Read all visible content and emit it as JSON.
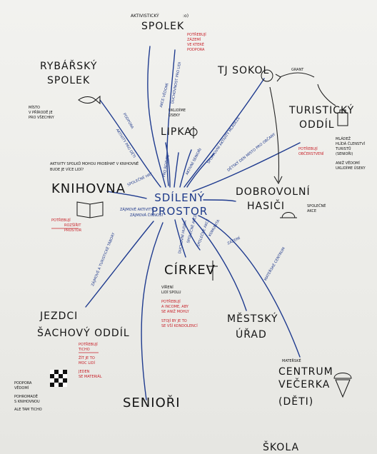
{
  "center": {
    "line1": "SDÍLENÝ",
    "line2": "PROSTOR"
  },
  "nodes": {
    "aktivisticky": {
      "top": "AKTIVISTICKÝ",
      "smiley": ":o)",
      "main": "SPOLEK",
      "note": [
        "POTŘEBUJÍ",
        "ZÁZEMÍ",
        "VE KTERÉ",
        "PODPORA"
      ]
    },
    "rybarsky": {
      "line1": "RYBÁŘSKÝ",
      "line2": "SPOLEK",
      "note": [
        "MÍSTO",
        "V PŘÍRODĚ JE",
        "PRO VŠECHNY"
      ]
    },
    "tj_sokol": {
      "label": "TJ SOKOL",
      "arrow_label": "GRANT"
    },
    "turisticky": {
      "line1": "TURISTICKÝ",
      "line2": "ODDÍL",
      "note_red": [
        "POTŘEBUJÍ",
        "OBČERSTVENÍ"
      ],
      "note": [
        "MLÁDEŽ",
        "HLÍDÁ ČLENSTVÍ",
        "TURISTŮ",
        "(SENIOŘI)",
        "ANIŽ VĚDOMÍ",
        "UKLIDÍME ÚSEKY"
      ]
    },
    "lipka": {
      "label": "LIPKA",
      "note": [
        "UKLIDÍME",
        "ÚSEKY"
      ]
    },
    "knihovna": {
      "label": "KNIHOVNA",
      "note": [
        "AKTIVITY SPOLKŮ MOHOU PROBÍHAT V KNIHOVNĚ",
        "BUDE JE VÍCE LIDÍ?"
      ],
      "note_red": [
        "POTŘEBUJÍ",
        "ROZŠÍŘIT",
        "PROSTOR"
      ]
    },
    "dobrovolni": {
      "line1": "DOBROVOLNÍ",
      "line2": "HASIČI",
      "note": [
        "SPOLEČNÉ",
        "AKCE"
      ]
    },
    "cirkev": {
      "label": "CÍRKEV",
      "note": [
        "VÍŘENÍ",
        "LIDÍ SPOLU"
      ],
      "note_red": [
        "POTŘEBUJÍ",
        "A INCOME, ABY",
        "SE ANIŽ MOHLY",
        "STOJÍ BY JE TO",
        "SE VŠÍ KONDOLENCÍ"
      ]
    },
    "jezdci": {
      "line1": "JEZDCI",
      "line2": "ŠACHOVÝ ODDÍL",
      "note_red": [
        "POTŘEBUJÍ",
        "TICHO",
        "ŽÍT JE TO",
        "MOC LIDÍ",
        "JEDEN",
        "SE MATERIÁL"
      ],
      "note": [
        "PODPORA",
        "VĚDOMÍ",
        "POHROMADĚ",
        "S KNIHOVNOU",
        "ALE TAM TICHO"
      ]
    },
    "mestsky": {
      "line1": "MĚSTSKÝ",
      "line2": "ÚŘAD"
    },
    "materske": {
      "line1": "MATEŘSKÉ",
      "line2": "CENTRUM",
      "line3": "VEČERKA",
      "line4": "(DĚTI)"
    },
    "seniori": {
      "label": "SENIOŘI"
    },
    "skola": {
      "label": "ŠKOLA"
    }
  },
  "edge_labels": {
    "e1": "AKCE VĚDOMÍ",
    "e2": "DUCHOVNOST PRO LIDI",
    "e3": "PODPORA",
    "e4": "AKTIVITY PRO DĚTI",
    "e5": "PRO ROZVOJ",
    "e6": "SPORTOVNÍ AKTIVITY MLÁDEŽE",
    "e7": "DĚTSKÝ DEN MÍSTO PRO OBČANY",
    "e8": "AKTIVNÍ SENIOŘI",
    "e9": "SPOLEČNÉ HRY",
    "e10": "ZÁJMOVÉ AKTIVITY",
    "e11": "ZÁJMOVÁ ČINNOST",
    "e12": "SPOLEČNÉ AKCE",
    "e13": "DUCHOVNÍ HUDBA",
    "e14": "SPOLEČNÉ AKCE",
    "e15": "KOMUNITA",
    "e16": "ZÁZEMÍ",
    "e17": "MATEŘSKÉ CENTRUM",
    "e18": "ZÁJMOVÉ A TURISTICKÉ TÁBORY"
  }
}
